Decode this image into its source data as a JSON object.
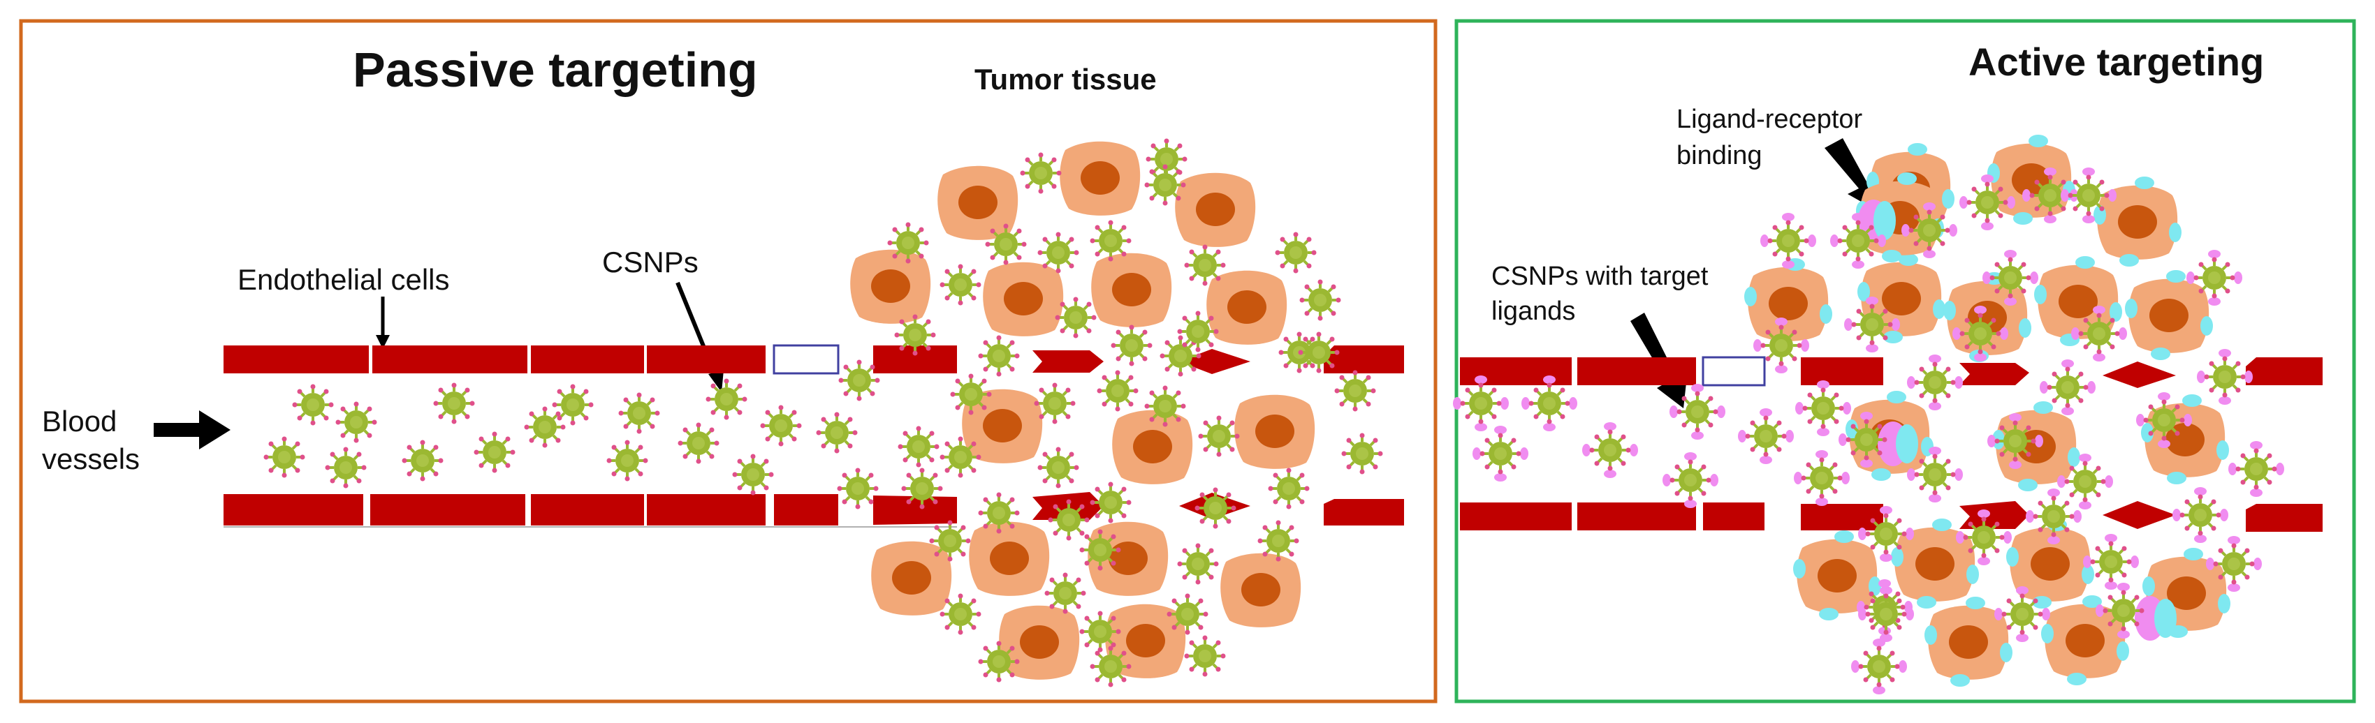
{
  "passive": {
    "title": "Passive targeting",
    "tumor_label": "Tumor tissue",
    "endothelial_label": "Endothelial cells",
    "csnp_label": "CSNPs",
    "blood_label_line1": "Blood",
    "blood_label_line2": "vessels"
  },
  "active": {
    "title": "Active targeting",
    "binding_label_line1": "Ligand-receptor",
    "binding_label_line2": "binding",
    "csnp_label_line1": "CSNPs with target",
    "csnp_label_line2": "ligands"
  },
  "colors": {
    "passive_border": "#d2691e",
    "active_border": "#2eb35a",
    "vessel_wall": "#c00000",
    "cell_body": "#f2a878",
    "cell_nucleus": "#c8560e",
    "nanoparticle": "#9bb832",
    "ligand": "#f08cf0",
    "receptor": "#7fe8f0"
  }
}
